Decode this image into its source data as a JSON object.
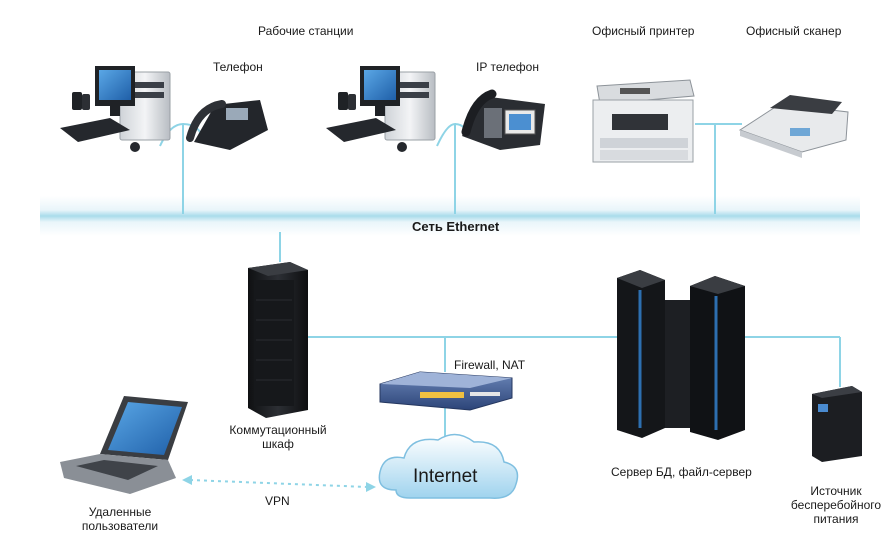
{
  "labels": {
    "workstations": "Рабочие станции",
    "phone": "Телефон",
    "ip_phone": "IP телефон",
    "printer": "Офисный принтер",
    "scanner": "Офисный сканер",
    "ethernet": "Сеть Ethernet",
    "firewall": "Firewall, NAT",
    "cabinet_line1": "Коммутационный",
    "cabinet_line2": "шкаф",
    "internet": "Internet",
    "vpn": "VPN",
    "remote_line1": "Удаленные",
    "remote_line2": "пользователи",
    "server": "Сервер БД, файл-сервер",
    "ups_line1": "Источник",
    "ups_line2": "бесперебойного",
    "ups_line3": "питания"
  },
  "colors": {
    "link": "#8ed4e6",
    "bus": "#a9dceb",
    "device_dark": "#1c1e22",
    "server_accent": "#2d6fb0"
  },
  "icons": [
    "desktop-pc-icon",
    "desk-phone-icon",
    "ip-phone-icon",
    "printer-icon",
    "scanner-icon",
    "rack-cabinet-icon",
    "firewall-router-icon",
    "internet-cloud-icon",
    "server-cabinet-icon",
    "ups-icon",
    "laptop-icon"
  ]
}
